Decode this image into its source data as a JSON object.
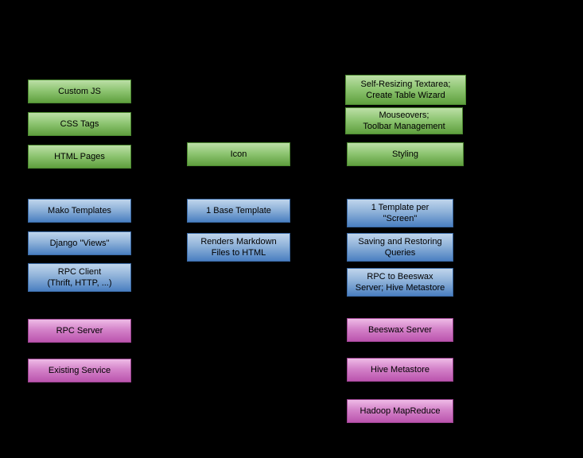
{
  "diagram": {
    "background_color": "#000000",
    "category_colors": {
      "green": "#6aa84f",
      "blue": "#4a7fc1",
      "magenta": "#bb54ae"
    },
    "col_left": {
      "custom_js": "Custom JS",
      "css_tags": "CSS Tags",
      "html_pages": "HTML Pages",
      "mako_templates": "Mako Templates",
      "django_views": "Django \"Views\"",
      "rpc_client": "RPC Client\n(Thrift, HTTP, ...)",
      "rpc_server": "RPC Server",
      "existing_service": "Existing Service"
    },
    "col_middle": {
      "icon": "Icon",
      "base_template": "1 Base Template",
      "renders_markdown": "Renders Markdown\nFiles to HTML"
    },
    "col_right": {
      "textarea_wizard": "Self-Resizing Textarea;\nCreate Table Wizard",
      "mouseovers": "Mouseovers;\nToolbar Management",
      "styling": "Styling",
      "template_per_screen": "1 Template per\n\"Screen\"",
      "saving_queries": "Saving and Restoring\nQueries",
      "rpc_beeswax": "RPC to Beeswax\nServer; Hive Metastore",
      "beeswax_server": "Beeswax Server",
      "hive_metastore": "Hive Metastore",
      "hadoop_mapreduce": "Hadoop MapReduce"
    }
  }
}
